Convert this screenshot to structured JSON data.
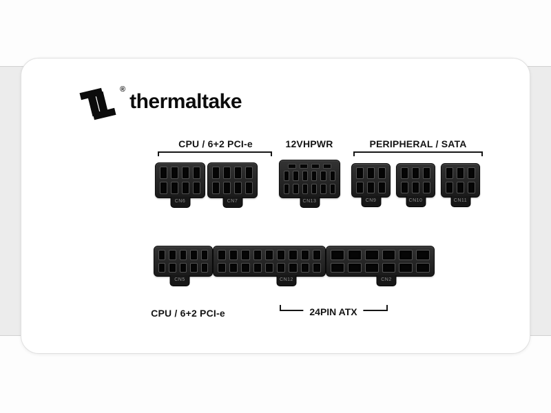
{
  "brand": {
    "name": "thermaltake",
    "registered": "®"
  },
  "labels": {
    "top_cpu_pcie": "CPU / 6+2 PCI-e",
    "top_12vhpwr": "12VHPWR",
    "top_peripheral_sata": "PERIPHERAL / SATA",
    "bottom_cpu_pcie": "CPU / 6+2 PCI-e",
    "bottom_24pin": "24PIN ATX"
  },
  "connectors": {
    "top_row": [
      {
        "id": "CN6",
        "group": "CPU / 6+2 PCI-e",
        "rows": 2,
        "cols": 4,
        "tab": "CN6"
      },
      {
        "id": "CN7",
        "group": "CPU / 6+2 PCI-e",
        "rows": 2,
        "cols": 4,
        "tab": "CN7"
      },
      {
        "id": "CN13",
        "group": "12VHPWR",
        "rows": 2,
        "cols": 6,
        "sense_pins": 4,
        "tab": "CN13"
      },
      {
        "id": "CN9",
        "group": "PERIPHERAL / SATA",
        "rows": 2,
        "cols": 3,
        "tab": "CN9"
      },
      {
        "id": "CN10",
        "group": "PERIPHERAL / SATA",
        "rows": 2,
        "cols": 3,
        "tab": "CN10"
      },
      {
        "id": "CN11",
        "group": "PERIPHERAL / SATA",
        "rows": 2,
        "cols": 3,
        "tab": "CN11"
      }
    ],
    "bottom_row": [
      {
        "id": "CN5",
        "group": "CPU / 6+2 PCI-e",
        "rows": 2,
        "cols": 5,
        "tab": "CN5"
      },
      {
        "id": "CN12",
        "group": "24PIN ATX",
        "rows": 2,
        "cols": 9,
        "tab": "CN12"
      },
      {
        "id": "CN2",
        "group": "24PIN ATX",
        "rows": 2,
        "cols": 6,
        "tab": "CN2"
      }
    ]
  },
  "colors": {
    "panel": "#ffffff",
    "body_gray": "#ececec",
    "connector_body": "#222222",
    "pin": "#060606",
    "label_text": "#141414",
    "logo_black": "#0c0c0c"
  }
}
